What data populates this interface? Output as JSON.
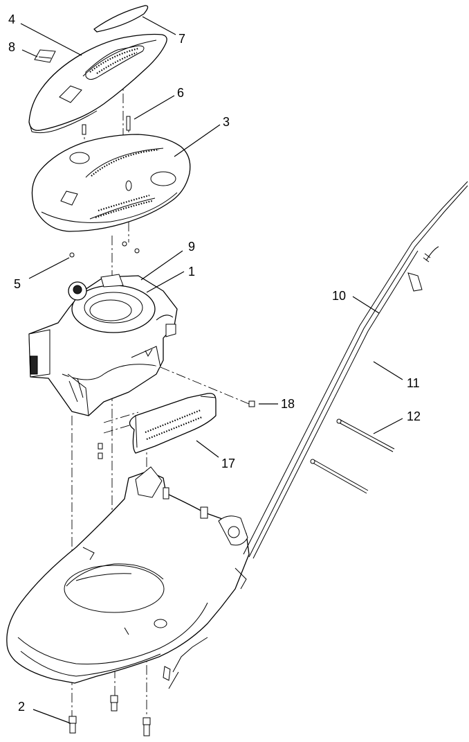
{
  "callouts": [
    {
      "id": "1",
      "text": "1"
    },
    {
      "id": "2",
      "text": "2"
    },
    {
      "id": "3",
      "text": "3"
    },
    {
      "id": "4",
      "text": "4"
    },
    {
      "id": "5",
      "text": "5"
    },
    {
      "id": "6",
      "text": "6"
    },
    {
      "id": "7",
      "text": "7"
    },
    {
      "id": "8",
      "text": "8"
    },
    {
      "id": "9",
      "text": "9"
    },
    {
      "id": "10",
      "text": "10"
    },
    {
      "id": "11",
      "text": "11"
    },
    {
      "id": "12",
      "text": "12"
    },
    {
      "id": "17",
      "text": "17"
    },
    {
      "id": "18",
      "text": "18"
    }
  ]
}
